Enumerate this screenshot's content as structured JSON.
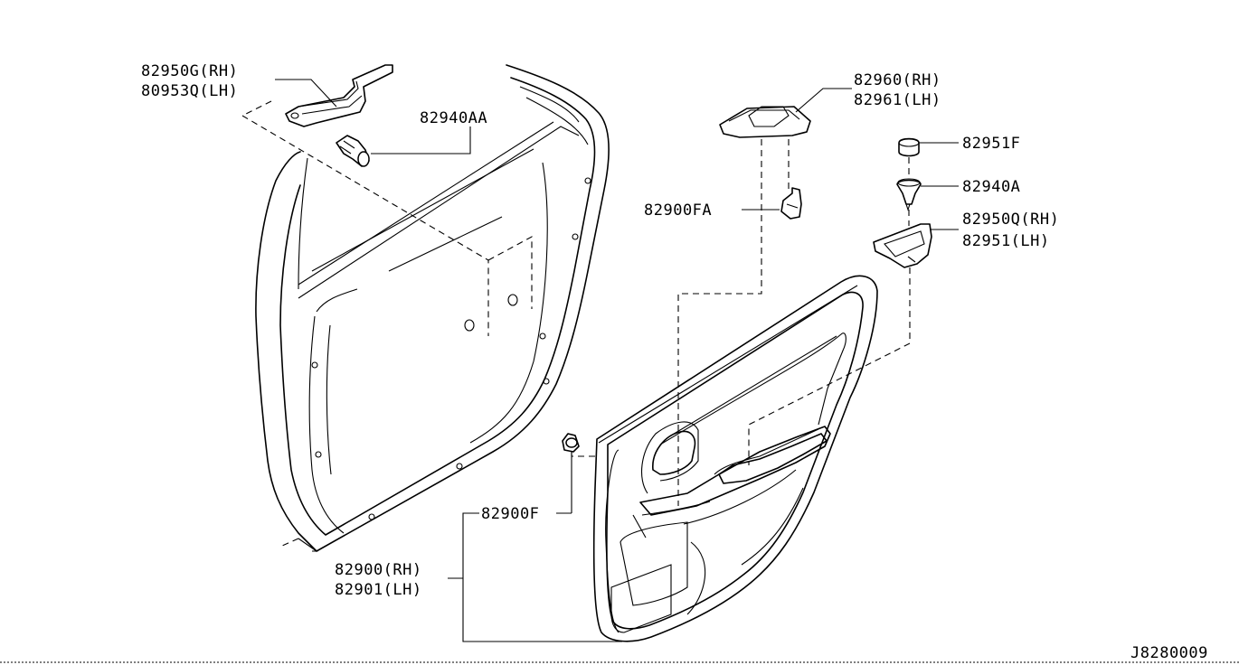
{
  "diagram_id": "J8280009",
  "labels": {
    "bracket_rh": "82950G(RH)",
    "bracket_lh": "80953Q(LH)",
    "clip_aa": "82940AA",
    "handle_rh": "82960(RH)",
    "handle_lh": "82961(LH)",
    "cap": "82951F",
    "clip_a": "82940A",
    "clip_fa": "82900FA",
    "switch_rh": "82950Q(RH)",
    "switch_lh": "82951(LH)",
    "clip_f": "82900F",
    "trim_rh": "82900(RH)",
    "trim_lh": "82901(LH)"
  }
}
